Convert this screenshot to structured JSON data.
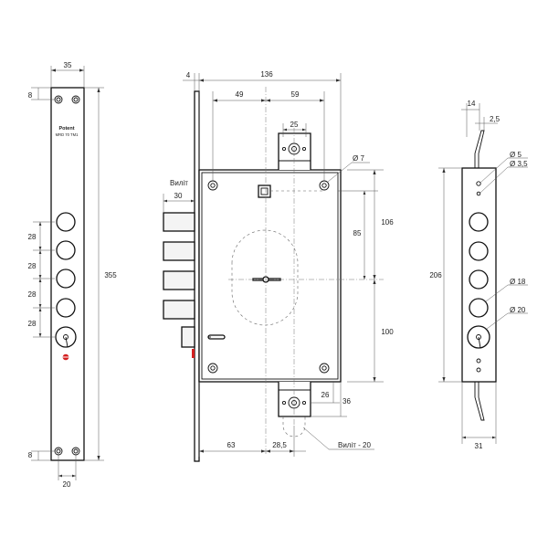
{
  "colors": {
    "line": "#111111",
    "dimension": "#555555",
    "indicator_red": "#d42020"
  },
  "faceplate": {
    "brand": "Potent",
    "model": "MRD 70 TM1",
    "dims": {
      "width_top": "35",
      "top_gap": "8",
      "spacing_1": "28",
      "spacing_2": "28",
      "spacing_3": "28",
      "spacing_4": "28",
      "height": "355",
      "bottom_gap": "8",
      "width_bottom": "20"
    }
  },
  "body": {
    "dims": {
      "plate_thickness": "4",
      "overall_width": "136",
      "to_axis": "49",
      "axis_offset": "59",
      "keeper_width": "25",
      "hole_dia": "Ø 7",
      "bolt_travel": "30",
      "upper_height": "106",
      "upper_inner": "85",
      "lower_height": "100",
      "keeper_offset": "26",
      "keeper_depth": "36",
      "backset": "63",
      "axis_bottom": "28,5"
    },
    "labels": {
      "bolt_projection": "Виліт",
      "lower_projection": "Виліт - 20"
    }
  },
  "side": {
    "dims": {
      "top_width": "14",
      "tab_width": "2,5",
      "dia_small_1": "Ø 5",
      "dia_small_2": "Ø 3,5",
      "height": "206",
      "dia_bolt": "Ø 18",
      "dia_cylinder": "Ø 20",
      "bottom_width": "31"
    }
  }
}
